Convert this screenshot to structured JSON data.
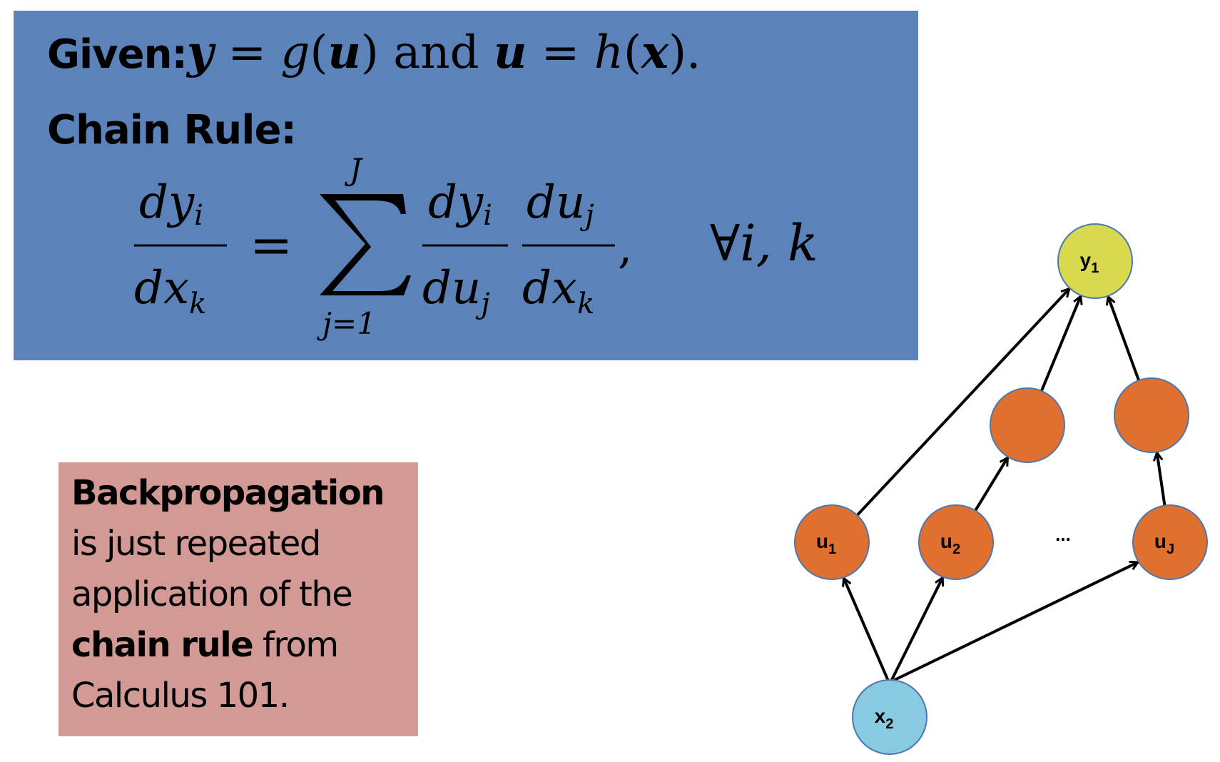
{
  "given": {
    "label": "Given:",
    "y": "y",
    "eq1": "=",
    "g": "g",
    "u": "u",
    "and": "and",
    "u2": "u",
    "eq2": "=",
    "h": "h",
    "x": "x"
  },
  "chain_rule": {
    "label": "Chain Rule:",
    "lhs_num": "dy",
    "lhs_num_sub": "i",
    "lhs_den": "dx",
    "lhs_den_sub": "k",
    "equals": "=",
    "sum_upper": "J",
    "sum_lower": "j=1",
    "t1_num": "dy",
    "t1_num_sub": "i",
    "t1_den": "du",
    "t1_den_sub": "j",
    "t2_num": "du",
    "t2_num_sub": "j",
    "t2_den": "dx",
    "t2_den_sub": "k",
    "comma": ",",
    "forall": "∀i, k"
  },
  "callout": {
    "bold1": "Backpropagation",
    "text1": "is just repeated",
    "text2": "application of the",
    "bold2": "chain rule",
    "text3": " from",
    "text4": "Calculus 101."
  },
  "graph": {
    "nodes": [
      {
        "id": "y1",
        "label": "y",
        "sub": "1",
        "color": "#d9d94f"
      },
      {
        "id": "h1",
        "label": "",
        "sub": "",
        "color": "#e07030"
      },
      {
        "id": "h2",
        "label": "",
        "sub": "",
        "color": "#e07030"
      },
      {
        "id": "u1",
        "label": "u",
        "sub": "1",
        "color": "#e07030"
      },
      {
        "id": "u2",
        "label": "u",
        "sub": "2",
        "color": "#e07030"
      },
      {
        "id": "uJ",
        "label": "u",
        "sub": "J",
        "color": "#e07030"
      },
      {
        "id": "x2",
        "label": "x",
        "sub": "2",
        "color": "#88cadf"
      }
    ],
    "ellipsis": "...",
    "edges": [
      [
        "u1",
        "y1"
      ],
      [
        "h1",
        "y1"
      ],
      [
        "h2",
        "y1"
      ],
      [
        "u2",
        "h1"
      ],
      [
        "uJ",
        "h2"
      ],
      [
        "x2",
        "u1"
      ],
      [
        "x2",
        "u2"
      ],
      [
        "x2",
        "uJ"
      ]
    ]
  }
}
